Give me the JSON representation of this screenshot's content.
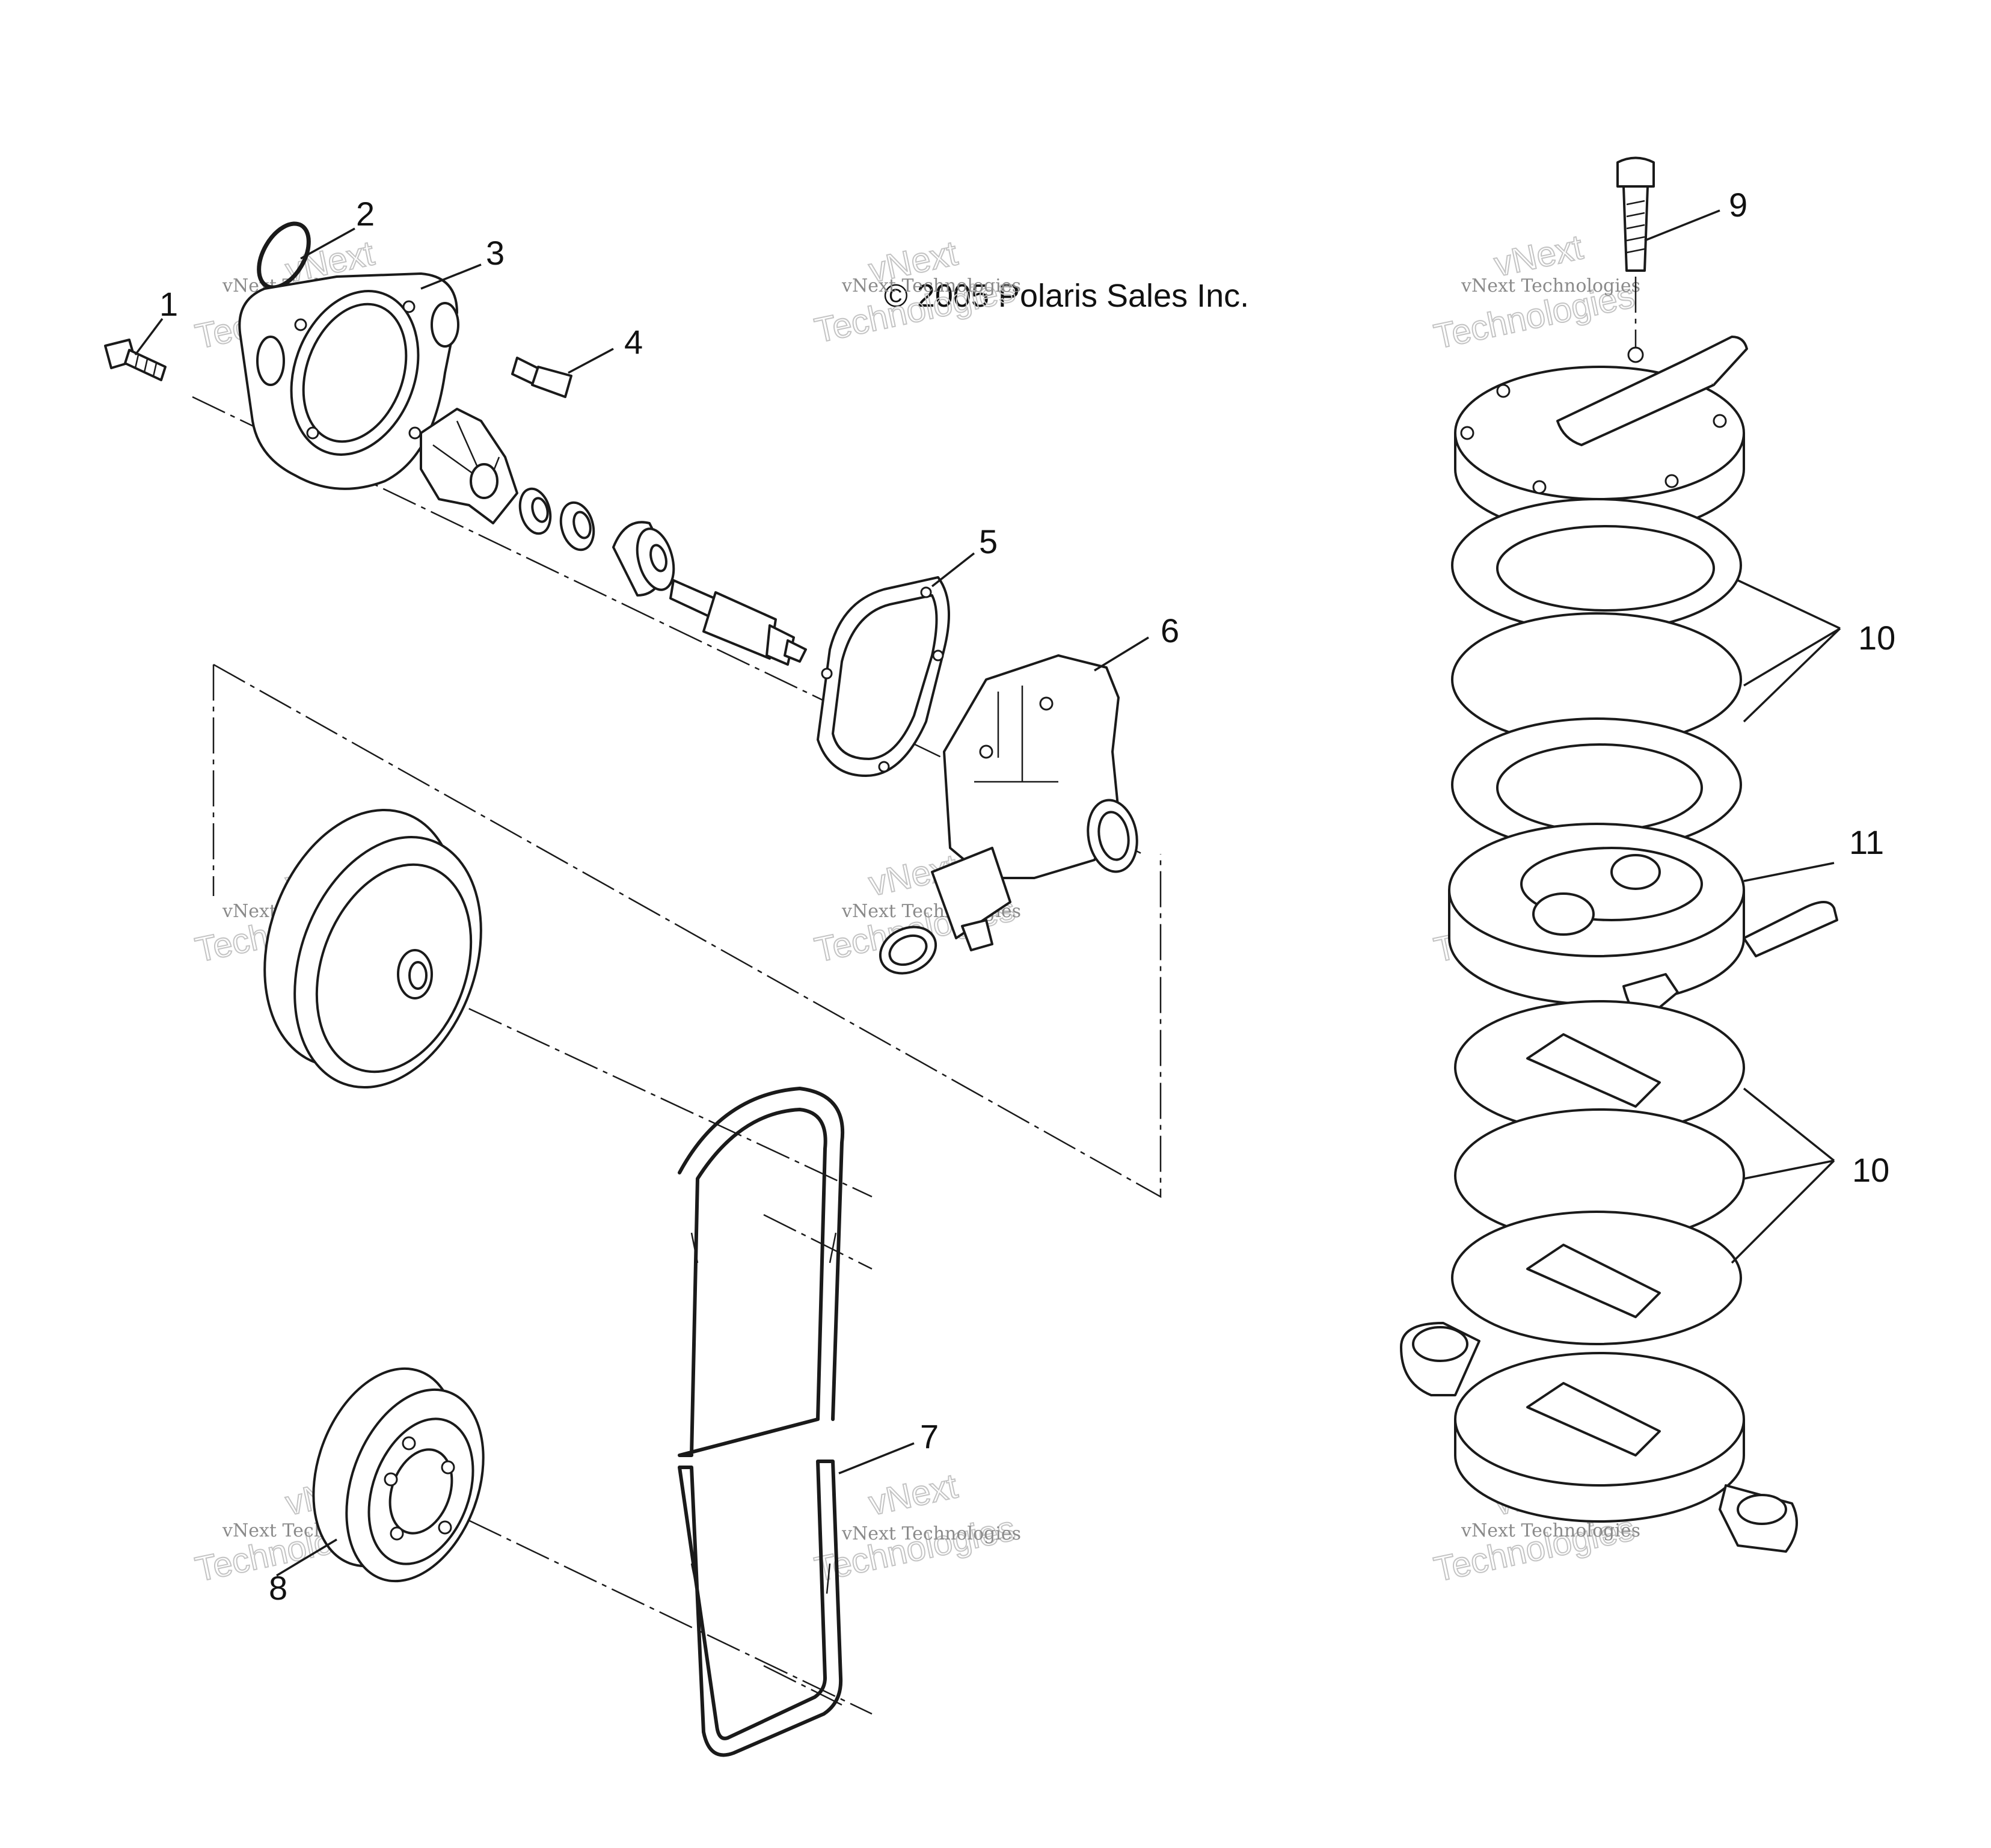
{
  "copyright": "© 2005 Polaris Sales Inc.",
  "watermark": {
    "line1": "vNext Technologies",
    "line2": "vNext",
    "line3": "Technologies"
  },
  "callouts": [
    "1",
    "2",
    "3",
    "4",
    "5",
    "6",
    "7",
    "8",
    "9",
    "10",
    "10",
    "11"
  ],
  "colors": {
    "line": "#1a1a1a",
    "watermark": "#8a8a8a",
    "background": "#ffffff"
  }
}
